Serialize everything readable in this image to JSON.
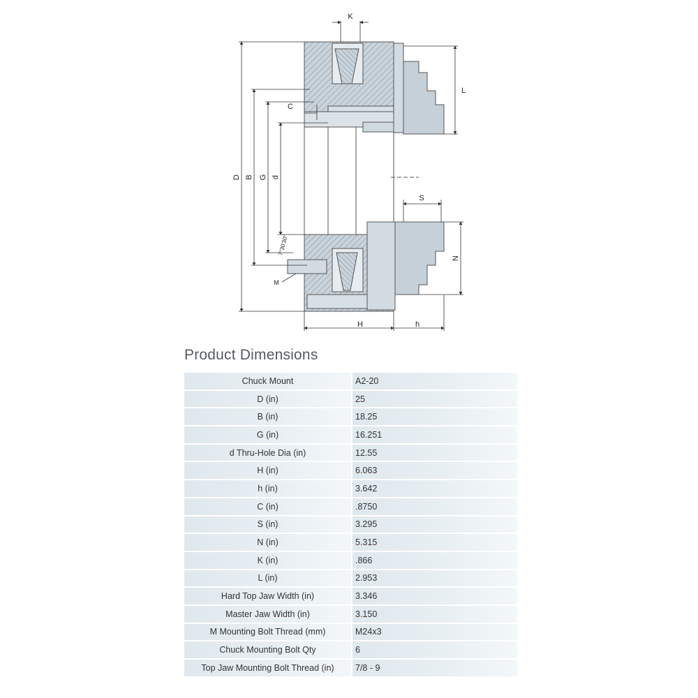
{
  "diagram": {
    "labels": {
      "K": "K",
      "L": "L",
      "C": "C",
      "D": "D",
      "B": "B",
      "G": "G",
      "d": "d",
      "S": "S",
      "N": "N",
      "M": "M",
      "H": "H",
      "h": "h",
      "angle": "7°30'30\""
    }
  },
  "section_title": "Product Dimensions",
  "table": {
    "rows": [
      {
        "label": "Chuck Mount",
        "value": "A2-20"
      },
      {
        "label": "D (in)",
        "value": "25"
      },
      {
        "label": "B (in)",
        "value": "18.25"
      },
      {
        "label": "G (in)",
        "value": "16.251"
      },
      {
        "label": "d Thru-Hole Dia (in)",
        "value": "12.55"
      },
      {
        "label": "H (in)",
        "value": "6.063"
      },
      {
        "label": "h (in)",
        "value": "3.642"
      },
      {
        "label": "C (in)",
        "value": ".8750"
      },
      {
        "label": "S (in)",
        "value": "3.295"
      },
      {
        "label": "N (in)",
        "value": "5.315"
      },
      {
        "label": "K (in)",
        "value": ".866"
      },
      {
        "label": "L (in)",
        "value": "2.953"
      },
      {
        "label": "Hard Top Jaw Width (in)",
        "value": "3.346"
      },
      {
        "label": "Master Jaw Width (in)",
        "value": "3.150"
      },
      {
        "label": "M Mounting Bolt Thread (mm)",
        "value": "M24x3"
      },
      {
        "label": "Chuck Mounting Bolt Qty",
        "value": "6"
      },
      {
        "label": "Top Jaw Mounting Bolt Thread (in)",
        "value": "7/8 - 9"
      }
    ]
  }
}
